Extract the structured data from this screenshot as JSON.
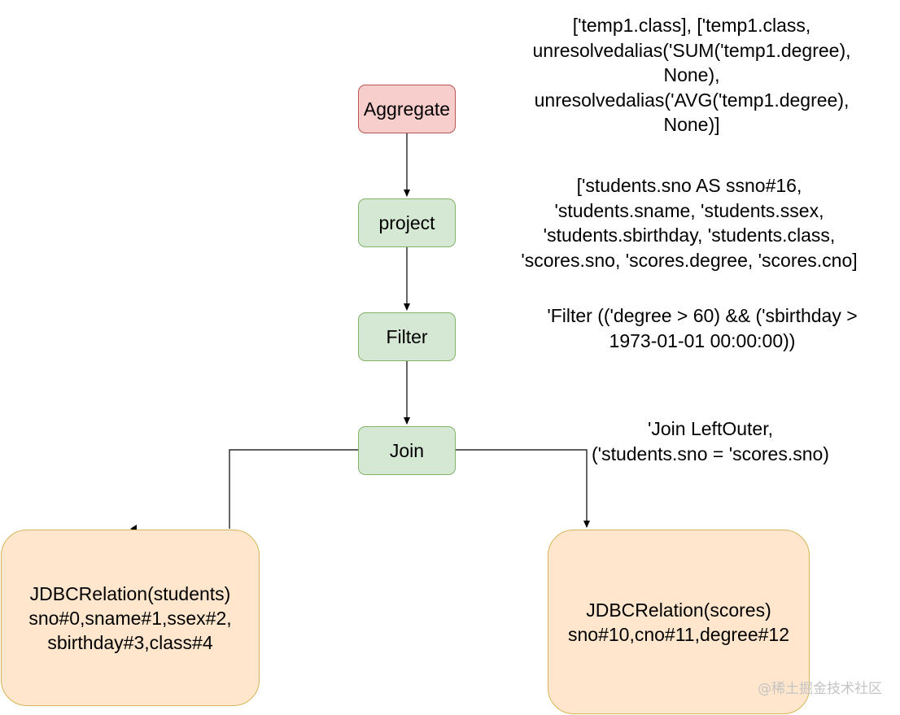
{
  "nodes": {
    "aggregate": "Aggregate",
    "project": "project",
    "filter": "Filter",
    "join": "Join",
    "relation_students": "JDBCRelation(students)\nsno#0,sname#1,ssex#2,\nsbirthday#3,class#4",
    "relation_scores": "JDBCRelation(scores)\nsno#10,cno#11,degree#12"
  },
  "annotations": {
    "aggregate": [
      "['temp1.class], ['temp1.class,",
      "unresolvedalias('SUM('temp1.degree),",
      "None),",
      "unresolvedalias('AVG('temp1.degree),",
      "None)]"
    ],
    "project": [
      "['students.sno AS ssno#16,",
      "'students.sname, 'students.ssex,",
      "'students.sbirthday, 'students.class,",
      "'scores.sno, 'scores.degree, 'scores.cno]"
    ],
    "filter": [
      "'Filter (('degree > 60) && ('sbirthday >",
      "1973-01-01 00:00:00))"
    ],
    "join": [
      "'Join LeftOuter,",
      "('students.sno = 'scores.sno)"
    ]
  },
  "colors": {
    "aggregate_fill": "#f8cecc",
    "operator_fill": "#d5e8d4",
    "relation_fill": "#ffe6cc"
  },
  "watermark": "@稀土掘金技术社区"
}
